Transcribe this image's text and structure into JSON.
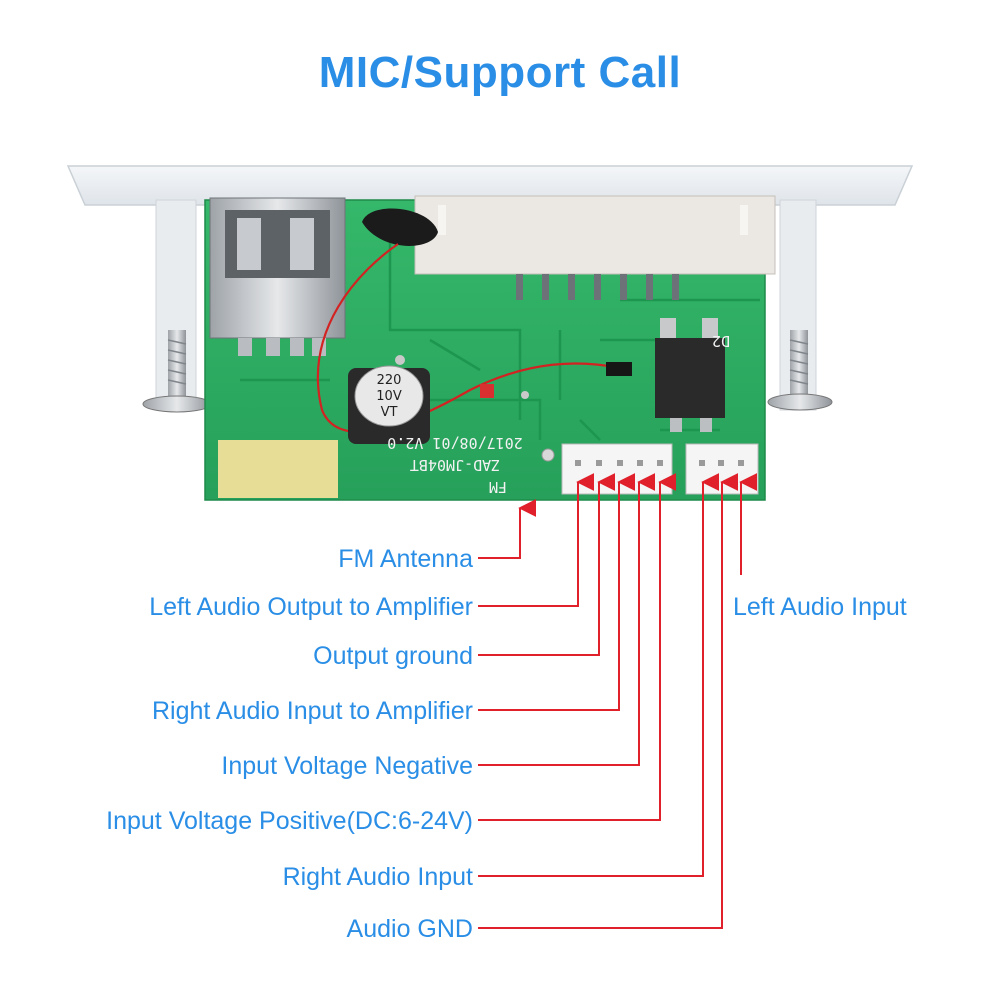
{
  "title": "MIC/Support Call",
  "board": {
    "model": "ZAD-JM04BT",
    "date_version": "2017/08/01 V2.0",
    "fm_silk": "FM",
    "capacitor": [
      "220",
      "10V",
      "VT"
    ],
    "chip_label": "D2"
  },
  "labels": {
    "fm_antenna": "FM Antenna",
    "left_out": "Left Audio Output to Amplifier",
    "out_gnd": "Output ground",
    "right_in_amp": "Right Audio Input to Amplifier",
    "vin_neg": "Input Voltage Negative",
    "vin_pos": "Input Voltage Positive(DC:6-24V)",
    "right_in": "Right Audio Input",
    "audio_gnd": "Audio GND",
    "left_in": "Left Audio Input"
  },
  "colors": {
    "title": "#2a8ee6",
    "label": "#2a8ee6",
    "leader": "#e0202a",
    "pcb": "#2fae63"
  }
}
